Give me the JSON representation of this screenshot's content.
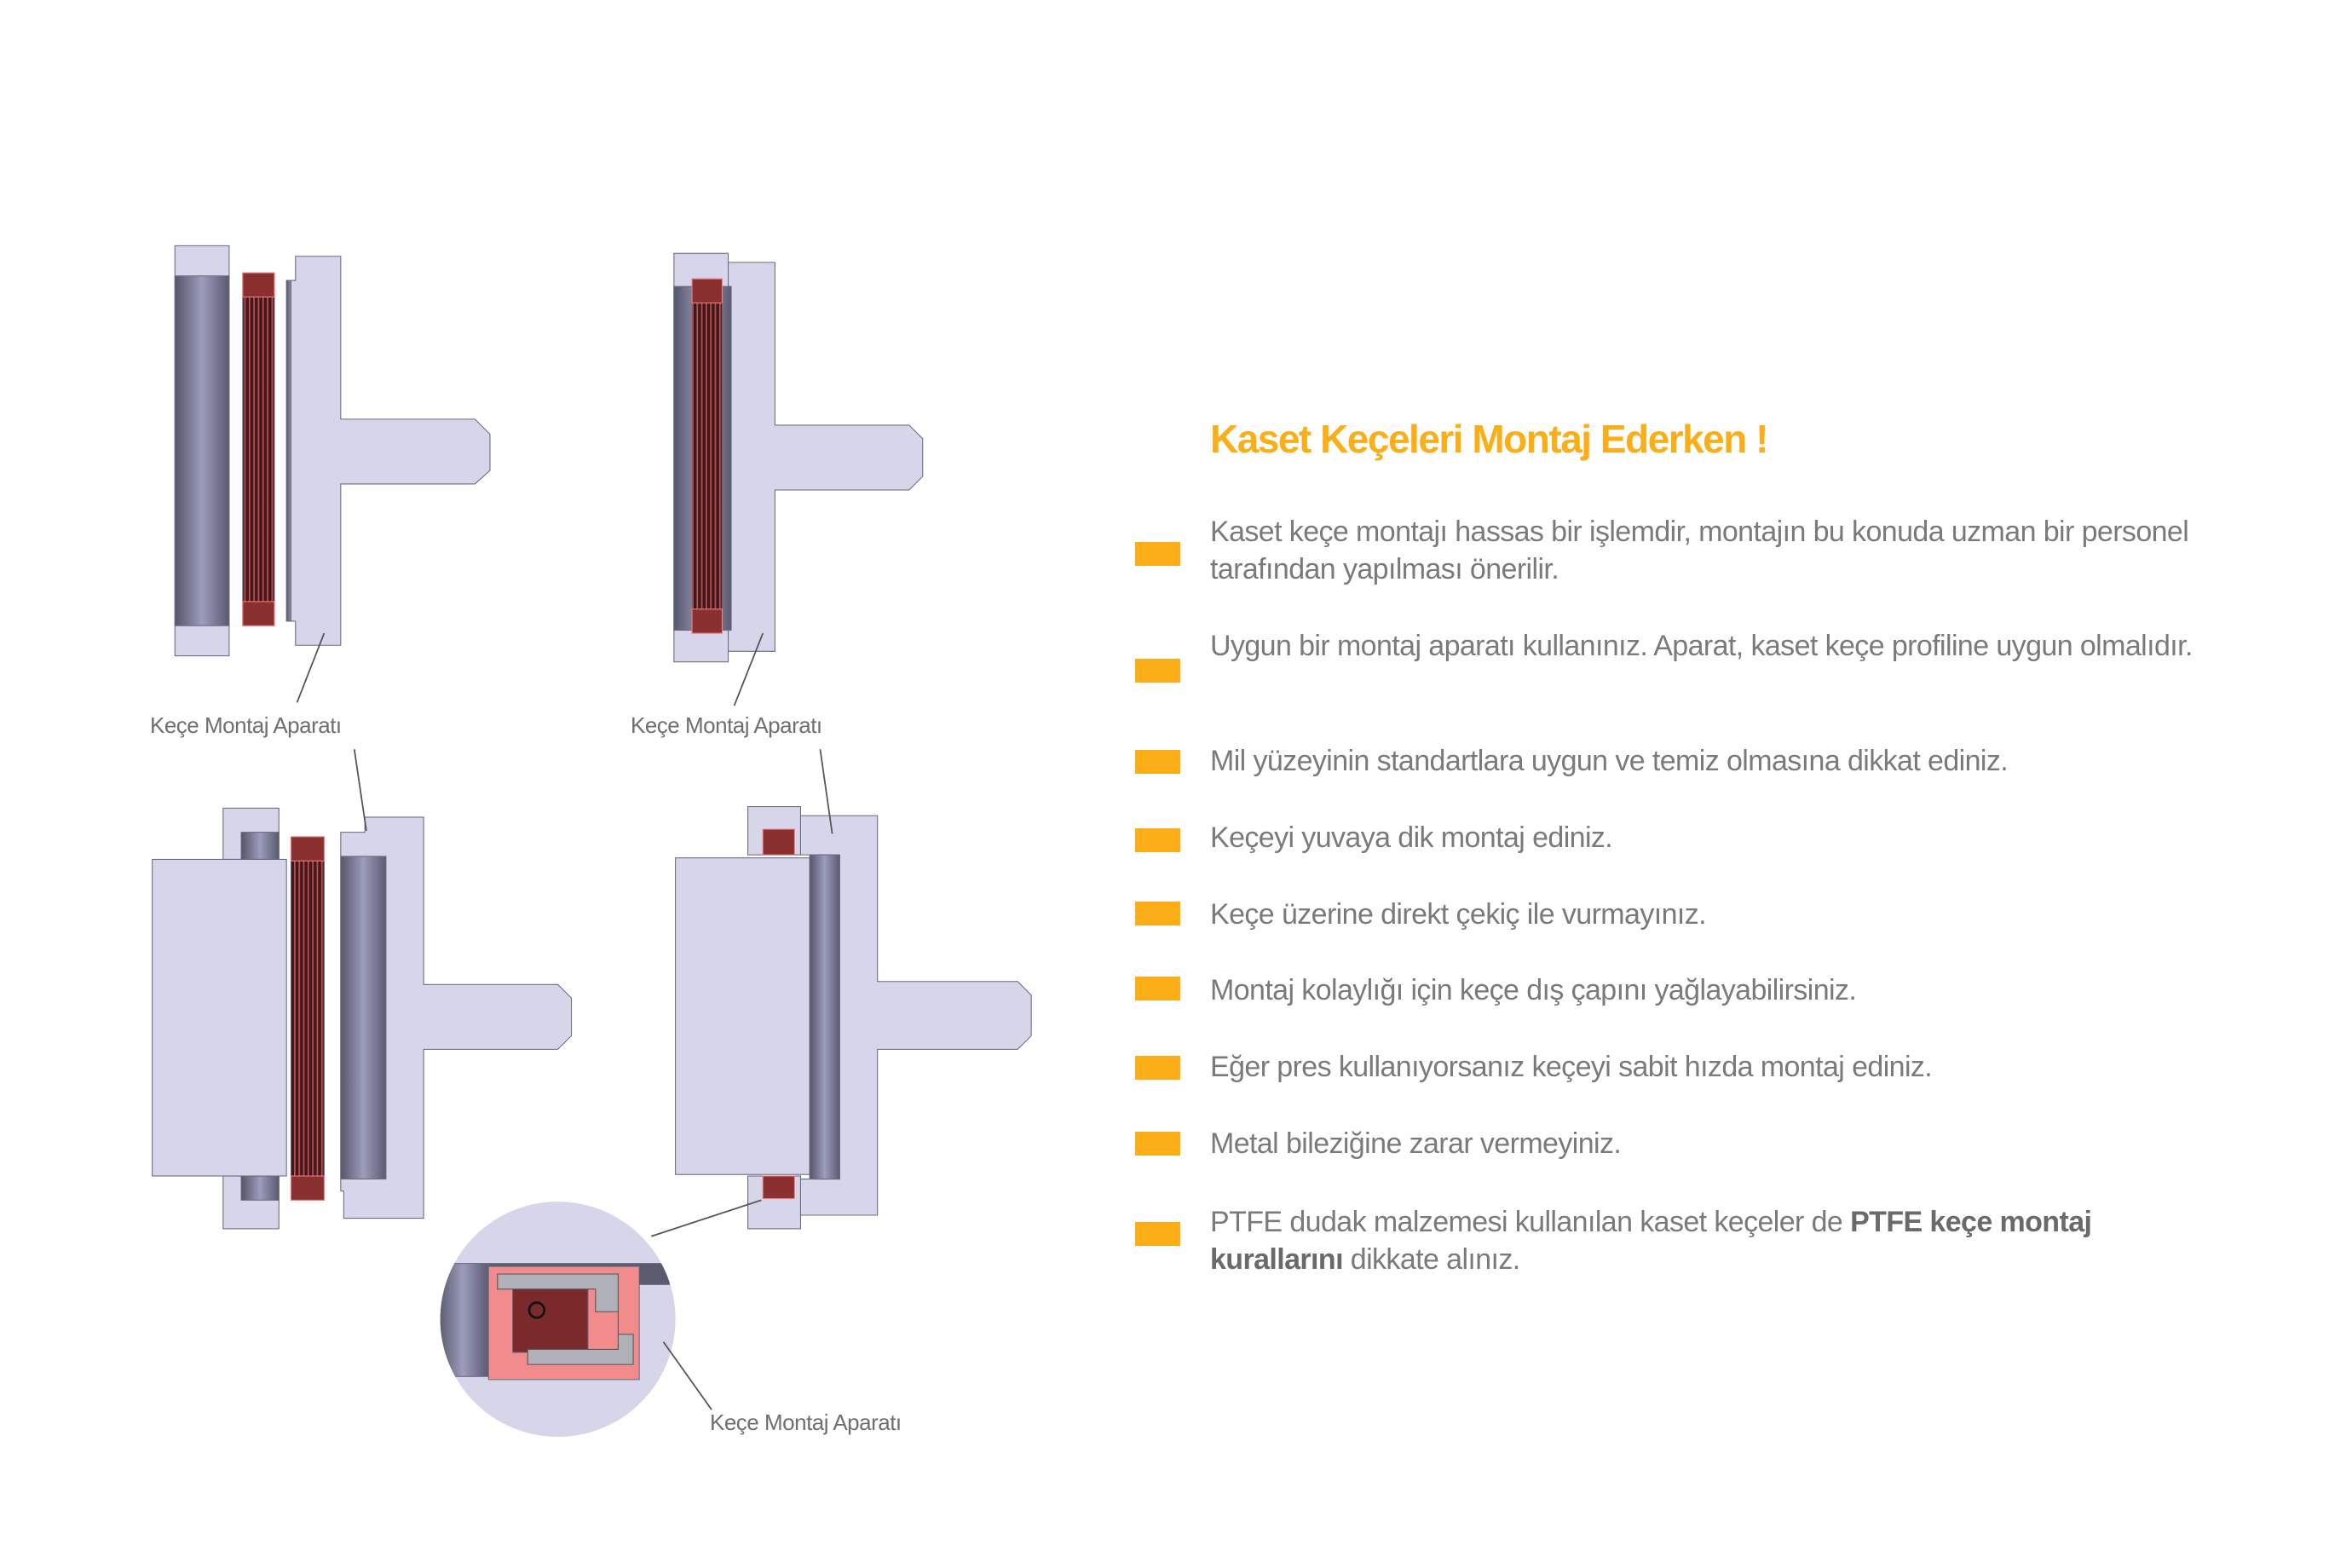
{
  "labels": {
    "apparatus_1": "Keçe Montaj Aparatı",
    "apparatus_2": "Keçe Montaj Aparatı",
    "apparatus_3": "Keçe Montaj Aparatı"
  },
  "title": "Kaset Keçeleri Montaj Ederken !",
  "items": [
    {
      "text": "Kaset keçe montajı hassas bir işlemdir, montajın bu konuda uzman bir personel tarafından yapılması önerilir."
    },
    {
      "text": "Uygun bir montaj aparatı kullanınız. Aparat, kaset keçe profiline uygun olmalıdır."
    },
    {
      "text": "Mil yüzeyinin standartlara uygun ve temiz olmasına dikkat ediniz."
    },
    {
      "text": "Keçeyi yuvaya dik montaj ediniz."
    },
    {
      "text": "Keçe üzerine direkt çekiç ile vurmayınız."
    },
    {
      "text": "Montaj kolaylığı için keçe dış çapını yağlayabilirsiniz."
    },
    {
      "text": "Eğer pres kullanıyorsanız keçeyi sabit hızda montaj ediniz."
    },
    {
      "text": "Metal bileziğine zarar vermeyiniz."
    },
    {
      "text_before": "PTFE dudak malzemesi kullanılan kaset keçeler de ",
      "text_bold": "PTFE keçe montaj kurallarını",
      "text_after": " dikkate alınız."
    }
  ],
  "colors": {
    "accent": "#FBAE17",
    "text": "#7a7a7a",
    "part": "#D6D5EA",
    "seal": "#7a2a2a"
  }
}
